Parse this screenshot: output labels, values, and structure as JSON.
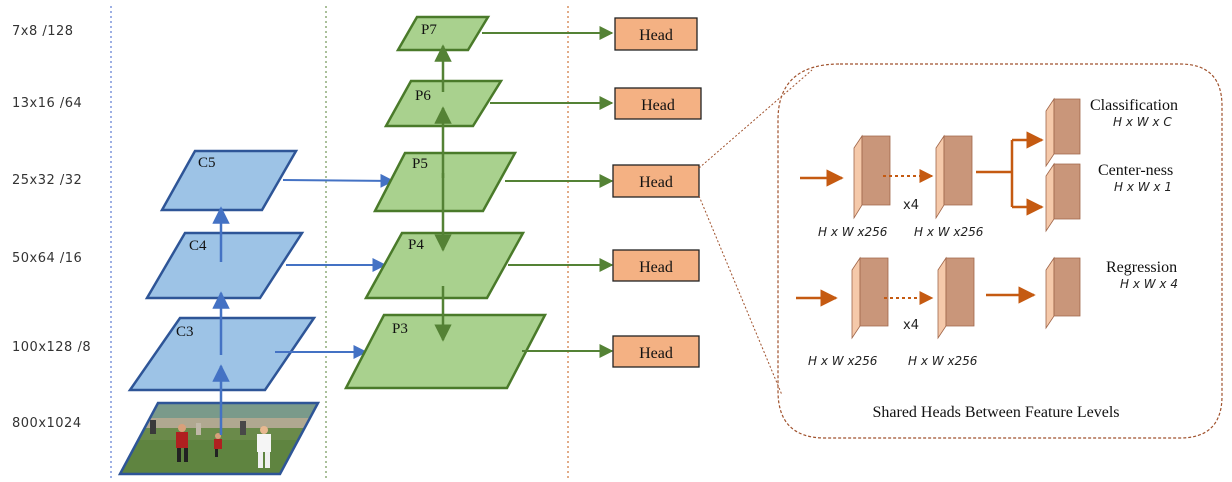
{
  "scales": [
    {
      "label": "7x8  /128"
    },
    {
      "label": "13x16  /64"
    },
    {
      "label": "25x32  /32"
    },
    {
      "label": "50x64  /16"
    },
    {
      "label": "100x128  /8"
    },
    {
      "label": "800x1024"
    }
  ],
  "backbone": {
    "c5": "C5",
    "c4": "C4",
    "c3": "C3"
  },
  "pyramid": {
    "p7": "P7",
    "p6": "P6",
    "p5": "P5",
    "p4": "P4",
    "p3": "P3"
  },
  "heads": {
    "label": "Head"
  },
  "shared_head": {
    "top_branch": {
      "feat1_dims": "H x W x256",
      "feat2_dims": "H x W x256",
      "repeat": "x4"
    },
    "bottom_branch": {
      "feat1_dims": "H x W x256",
      "feat2_dims": "H x W x256",
      "repeat": "x4"
    },
    "outputs": {
      "classification": {
        "title": "Classification",
        "dims": "H x W x C"
      },
      "centerness": {
        "title": "Center-ness",
        "dims": "H x W x 1"
      },
      "regression": {
        "title": "Regression",
        "dims": "H x W x 4"
      }
    },
    "caption": "Shared Heads Between Feature Levels"
  },
  "colors": {
    "backbone_fill": "#9dc3e6",
    "backbone_stroke": "#2e5597",
    "pyramid_fill": "#a9d18e",
    "pyramid_stroke": "#4a7a2a",
    "blue_arrow": "#4472c4",
    "green_arrow": "#548235",
    "head_fill": "#f4b183",
    "orange_arrow": "#c55a11",
    "feature_front": "#c9967a",
    "feature_side": "#f5c9aa"
  }
}
